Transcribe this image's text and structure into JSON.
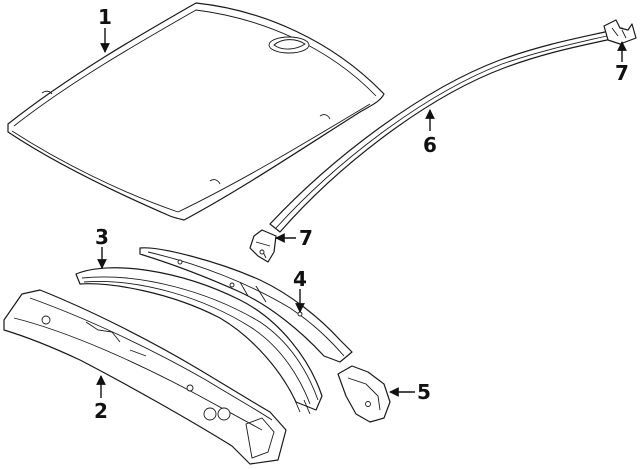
{
  "diagram": {
    "callouts": [
      {
        "id": "1",
        "label": "1"
      },
      {
        "id": "2",
        "label": "2"
      },
      {
        "id": "3",
        "label": "3"
      },
      {
        "id": "4",
        "label": "4"
      },
      {
        "id": "5",
        "label": "5"
      },
      {
        "id": "6",
        "label": "6"
      },
      {
        "id": "7a",
        "label": "7"
      },
      {
        "id": "7b",
        "label": "7"
      }
    ],
    "colors": {
      "line": "#1a1a1a",
      "background": "#ffffff"
    }
  }
}
